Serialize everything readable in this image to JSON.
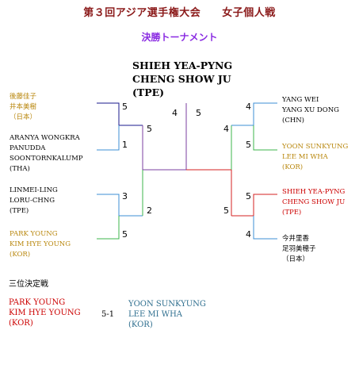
{
  "header": {
    "title": "第３回アジア選手権大会　　女子個人戦",
    "subtitle": "決勝トーナメント"
  },
  "champion": {
    "line1": "SHIEH YEA-PYNG",
    "line2": "CHENG SHOW JU",
    "line3": "(TPE)"
  },
  "left_teams": [
    {
      "lines": [
        "後藤佳子",
        "井本美樹",
        "（日本）"
      ],
      "color": "#b8860b"
    },
    {
      "lines": [
        "ARANYA WONGKRA",
        "PANUDDA",
        "SOONTORNKALUMP",
        "(THA)"
      ],
      "color": "#000000"
    },
    {
      "lines": [
        "LINMEI-LING",
        "LORU-CHNG",
        "(TPE)"
      ],
      "color": "#000000"
    },
    {
      "lines": [
        "PARK YOUNG",
        "KIM HYE YOUNG",
        "(KOR)"
      ],
      "color": "#b8860b"
    }
  ],
  "right_teams": [
    {
      "lines": [
        "YANG WEI",
        "YANG XU DONG",
        "(CHN)"
      ],
      "color": "#000000"
    },
    {
      "lines": [
        "YOON SUNKYUNG",
        "LEE MI WHA",
        "(KOR)"
      ],
      "color": "#b8860b"
    },
    {
      "lines": [
        "SHIEH YEA-PYNG",
        "CHENG SHOW JU",
        "(TPE)"
      ],
      "color": "#cc0000"
    },
    {
      "lines": [
        "今井里香",
        "足羽美穂子",
        "（日本）"
      ],
      "color": "#000000"
    }
  ],
  "scores": {
    "l1": "5",
    "l2": "1",
    "l3": "3",
    "l4": "5",
    "lsemi_top": "5",
    "lsemi_bot": "2",
    "r1": "4",
    "r2": "5",
    "r3": "5",
    "r4": "4",
    "rsemi_top": "4",
    "rsemi_bot": "5",
    "final_left": "4",
    "final_right": "5"
  },
  "third_place": {
    "heading": "三位決定戦",
    "winner": {
      "lines": [
        "PARK YOUNG",
        "KIM HYE YOUNG",
        "(KOR)"
      ]
    },
    "score": "5-1",
    "loser": {
      "lines": [
        "YOON SUNKYUNG",
        "LEE MI WHA",
        "(KOR)"
      ]
    }
  },
  "colors": {
    "navy": "#1a1a8c",
    "blue": "#3c8fd6",
    "green": "#3cb44b",
    "red": "#d62020",
    "purple": "#7b3fa0"
  }
}
